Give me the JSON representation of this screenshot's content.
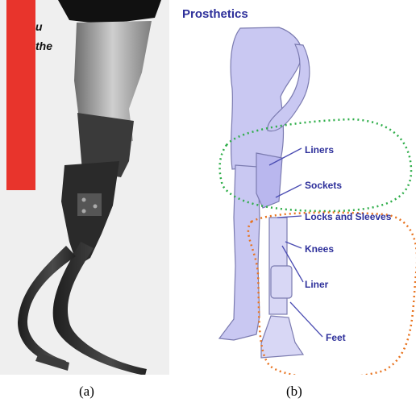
{
  "panel_a": {
    "caption": "(a)",
    "magazine_text_line1": "u",
    "magazine_text_line2": "the"
  },
  "panel_b": {
    "caption": "(b)",
    "title": "Prosthetics",
    "labels": {
      "liners": "Liners",
      "sockets": "Sockets",
      "locks_and_sleeves": "Locks and Sleeves",
      "knees": "Knees",
      "liner": "Liner",
      "feet": "Feet"
    },
    "colors": {
      "label": "#2d2f9a",
      "body_fill": "#c9c8f2",
      "green_outline": "#2fae4a",
      "orange_outline": "#e8731f",
      "red_band": "#e8342c"
    }
  }
}
